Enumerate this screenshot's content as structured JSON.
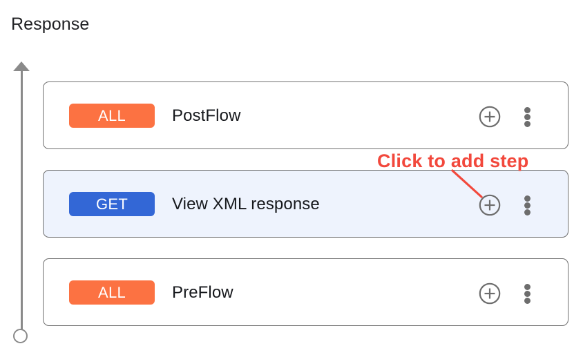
{
  "page": {
    "title": "Response"
  },
  "axis": {
    "arrow_icon": "arrow-up-icon",
    "endpoint_icon": "circle-endpoint-icon"
  },
  "annotation": {
    "text": "Click to add step",
    "color": "#f2483c",
    "leader_icon": "leader-line"
  },
  "colors": {
    "badge_all": "#fc7242",
    "badge_get": "#3367d6",
    "selected_row": "#eef3fd",
    "card_border": "#6f6f6f",
    "icon_gray": "#6d6d6d",
    "axis_gray": "#8a8a8a",
    "annotation_red": "#f2483c"
  },
  "flow": {
    "steps": [
      {
        "badge": "ALL",
        "badge_type": "all",
        "label": "PostFlow",
        "selected": false,
        "add_icon": "plus-circle-icon",
        "menu_icon": "more-vertical-icon"
      },
      {
        "badge": "GET",
        "badge_type": "get",
        "label": "View XML response",
        "selected": true,
        "add_icon": "plus-circle-icon",
        "menu_icon": "more-vertical-icon"
      },
      {
        "badge": "ALL",
        "badge_type": "all",
        "label": "PreFlow",
        "selected": false,
        "add_icon": "plus-circle-icon",
        "menu_icon": "more-vertical-icon"
      }
    ]
  }
}
